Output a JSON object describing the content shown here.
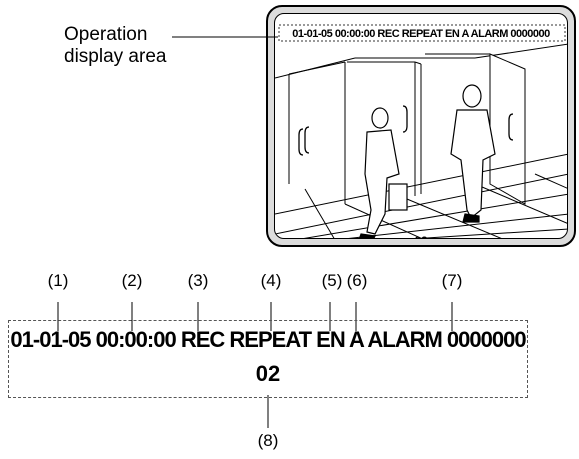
{
  "callout": {
    "line1": "Operation",
    "line2": "display area"
  },
  "osd": {
    "date": "01-01-05",
    "time": "00:00:00",
    "rec": "REC",
    "repeat": "REPEAT",
    "en": "EN",
    "a": "A",
    "alarm": "ALARM 0000000",
    "camera": "02",
    "full_line": "01-01-05 00:00:00 REC REPEAT EN A ALARM 0000000"
  },
  "markers": [
    "(1)",
    "(2)",
    "(3)",
    "(4)",
    "(5)",
    "(6)",
    "(7)",
    "(8)"
  ],
  "colors": {
    "monitor_bezel": "#dcdcdc",
    "frame_dash": "#555555"
  }
}
